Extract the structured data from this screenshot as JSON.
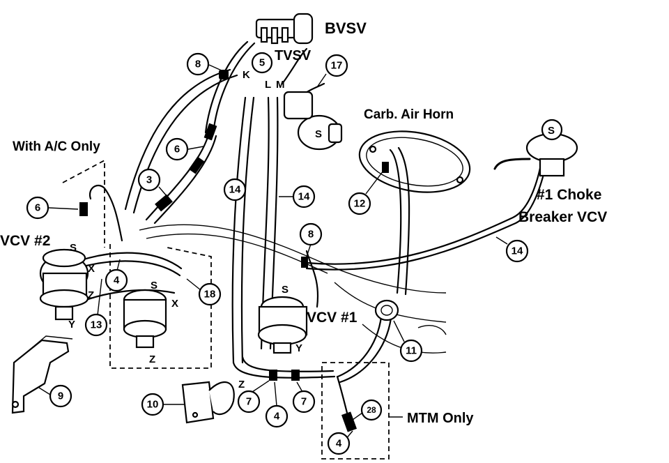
{
  "labels": {
    "bvsv": "BVSV",
    "tvsv": "TVSV",
    "carb_air_horn": "Carb. Air Horn",
    "with_ac_only": "With A/C Only",
    "vcv2": "VCV #2",
    "vcv1": "VCV #1",
    "choke_line1": "#1 Choke",
    "choke_line2": "Breaker VCV",
    "mtm_only": "MTM Only"
  },
  "port_letters": {
    "s_choke": "S",
    "s_tvsv": "S",
    "k": "K",
    "l": "L",
    "m": "M",
    "s_vcv2": "S",
    "x_vcv2": "X",
    "z_vcv2": "Z",
    "y_vcv2": "Y",
    "s_ac": "S",
    "x_ac": "X",
    "z_ac": "Z",
    "s_vcv1": "S",
    "z_vcv1": "Z",
    "y_vcv1": "Y"
  },
  "callouts": {
    "c8_top": "8",
    "c5": "5",
    "c17": "17",
    "c6_upper": "6",
    "c3": "3",
    "c6_left": "6",
    "c14_a": "14",
    "c14_b": "14",
    "c12": "12",
    "c14_right": "14",
    "c8_mid": "8",
    "c4_left": "4",
    "c18": "18",
    "c13": "13",
    "c11": "11",
    "c9": "9",
    "c10": "10",
    "c7_left": "7",
    "c4_bottom": "4",
    "c7_right": "7",
    "c28": "28",
    "c4_mtm": "4"
  }
}
